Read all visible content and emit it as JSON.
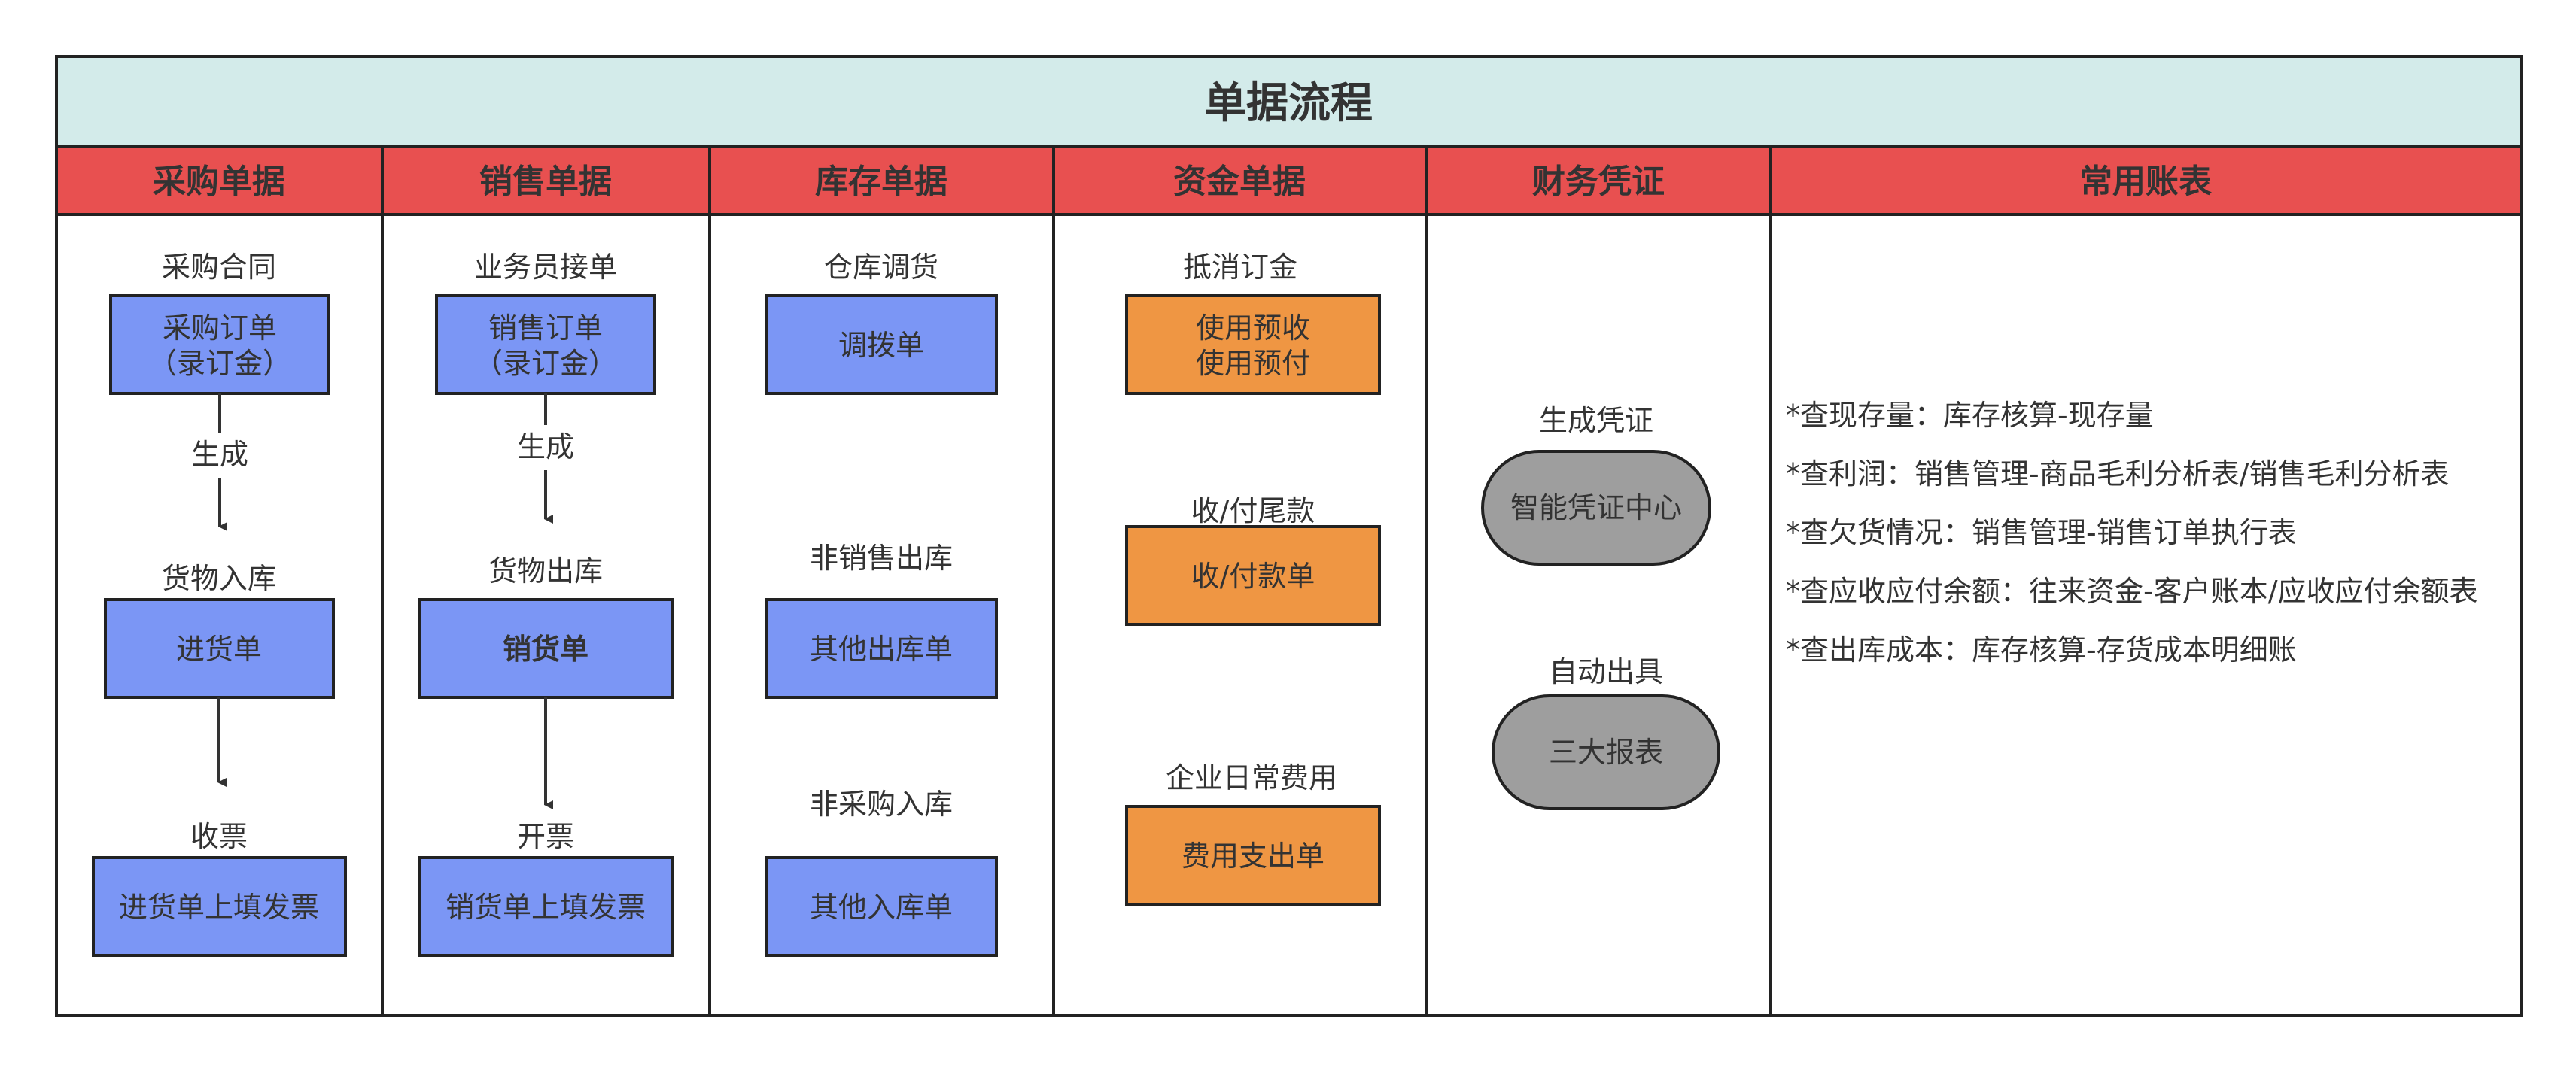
{
  "title": "单据流程",
  "columns": [
    {
      "id": "purchase",
      "header": "采购单据"
    },
    {
      "id": "sales",
      "header": "销售单据"
    },
    {
      "id": "inventory",
      "header": "库存单据"
    },
    {
      "id": "funds",
      "header": "资金单据"
    },
    {
      "id": "voucher",
      "header": "财务凭证"
    },
    {
      "id": "reports",
      "header": "常用账表"
    }
  ],
  "purchase": {
    "label1": "采购合同",
    "box1_line1": "采购订单",
    "box1_line2": "（录订金）",
    "arrow1_label": "生成",
    "label2": "货物入库",
    "box2": "进货单",
    "label3": "收票",
    "box3": "进货单上填发票"
  },
  "sales": {
    "label1": "业务员接单",
    "box1_line1": "销售订单",
    "box1_line2": "（录订金）",
    "arrow1_label": "生成",
    "label2": "货物出库",
    "box2": "销货单",
    "label3": "开票",
    "box3": "销货单上填发票"
  },
  "inventory": {
    "label1": "仓库调货",
    "box1": "调拨单",
    "label2": "非销售出库",
    "box2": "其他出库单",
    "label3": "非采购入库",
    "box3": "其他入库单"
  },
  "funds": {
    "label1": "抵消订金",
    "box1_line1": "使用预收",
    "box1_line2": "使用预付",
    "label2": "收/付尾款",
    "box2": "收/付款单",
    "label3": "企业日常费用",
    "box3": "费用支出单"
  },
  "voucher": {
    "label1": "生成凭证",
    "box1": "智能凭证中心",
    "label2": "自动出具",
    "box2": "三大报表"
  },
  "reports": {
    "notes": [
      "*查现存量：库存核算-现存量",
      "*查利润：销售管理-商品毛利分析表/销售毛利分析表",
      "*查欠货情况：销售管理-销售订单执行表",
      "*查应收应付余额：往来资金-客户账本/应收应付余额表",
      "*查出库成本：库存核算-存货成本明细账"
    ]
  },
  "colors": {
    "title_bg": "#d3ebea",
    "header_bg": "#e85050",
    "blue_box": "#7b96f5",
    "orange_box": "#ef9643",
    "gray_box": "#9e9e9e",
    "border": "#222222"
  }
}
